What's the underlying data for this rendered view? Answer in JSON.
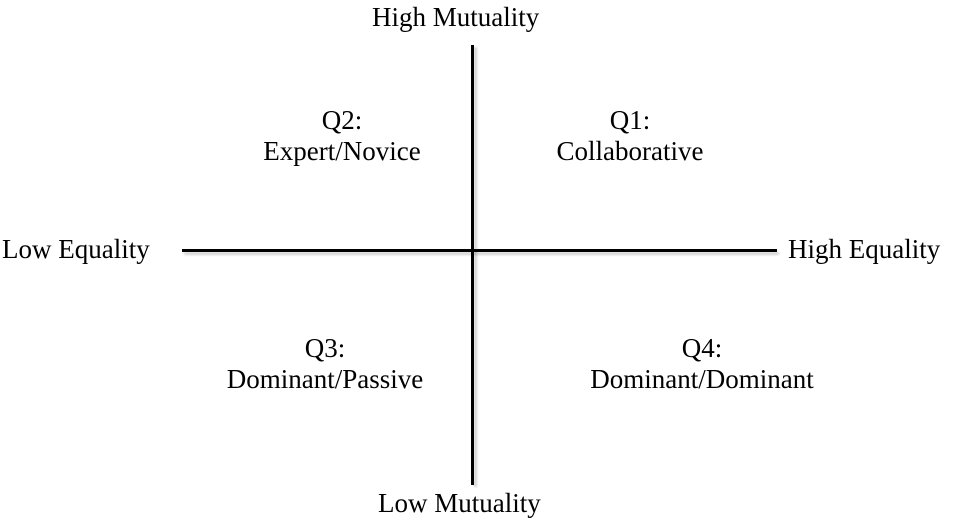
{
  "diagram": {
    "type": "quadrant-matrix",
    "axes": {
      "vertical": {
        "top_label": "High Mutuality",
        "bottom_label": "Low Mutuality"
      },
      "horizontal": {
        "left_label": "Low Equality",
        "right_label": "High Equality"
      }
    },
    "quadrants": {
      "q1": {
        "id": "Q1:",
        "name": "Collaborative",
        "position": "top-right"
      },
      "q2": {
        "id": "Q2:",
        "name": "Expert/Novice",
        "position": "top-left"
      },
      "q3": {
        "id": "Q3:",
        "name": "Dominant/Passive",
        "position": "bottom-left"
      },
      "q4": {
        "id": "Q4:",
        "name": "Dominant/Dominant",
        "position": "bottom-right"
      }
    },
    "colors": {
      "text": "#000000",
      "lines": "#000000",
      "background": "#ffffff"
    }
  }
}
